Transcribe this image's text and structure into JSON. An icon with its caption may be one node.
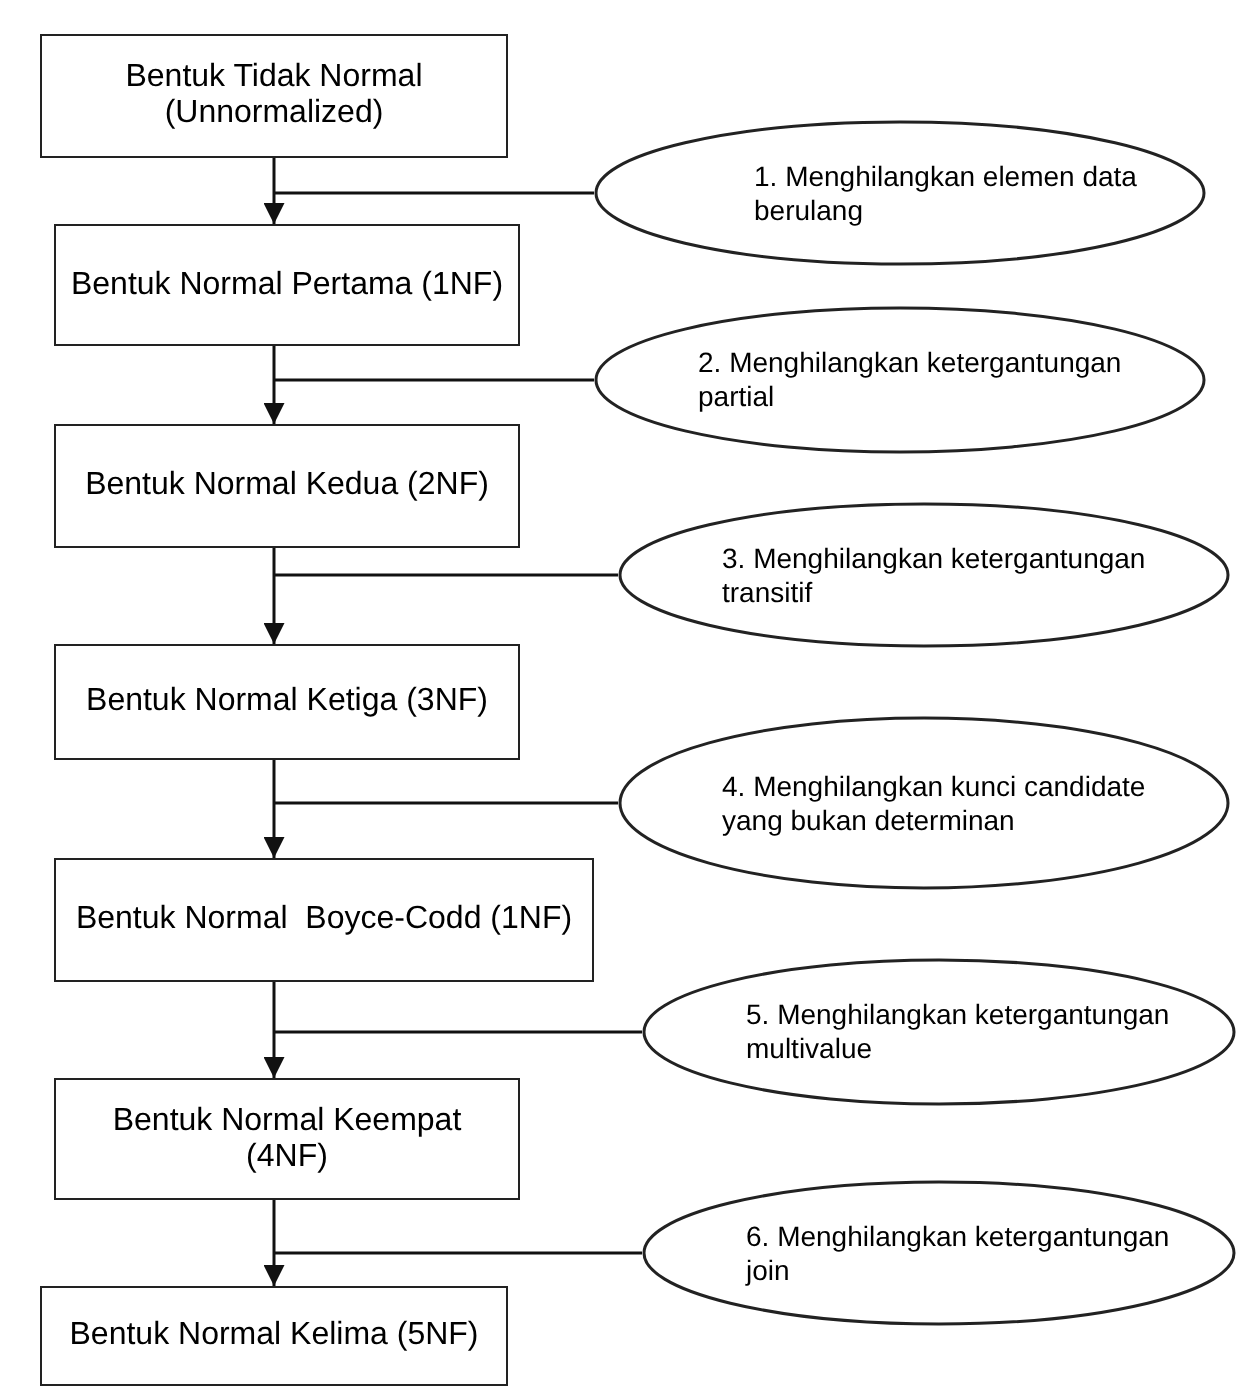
{
  "diagram": {
    "nodes": [
      {
        "text": [
          "Bentuk Tidak Normal (Unnormalized)"
        ]
      },
      {
        "text": [
          "1. Menghilangkan elemen data berulang"
        ]
      },
      {
        "text": [
          "Bentuk Normal Pertama (1NF)"
        ]
      },
      {
        "text": [
          "2. Menghilangkan ketergantungan partial"
        ]
      },
      {
        "text": [
          "Bentuk Normal Kedua (2NF)"
        ]
      },
      {
        "text": [
          "3. Menghilangkan ketergantungan transitif"
        ]
      },
      {
        "text": [
          "Bentuk Normal Ketiga (3NF)"
        ]
      },
      {
        "text": [
          "4. Menghilangkan kunci candidate yang bukan determinan"
        ]
      },
      {
        "text": [
          "Bentuk Normal  Boyce-Codd (1NF)"
        ]
      },
      {
        "text": [
          "5. Menghilangkan ketergantungan multivalue"
        ]
      },
      {
        "text": [
          "Bentuk Normal Keempat (4NF)"
        ]
      },
      {
        "text": [
          "6. Menghilangkan ketergantungan join"
        ]
      },
      {
        "text": [
          "Bentuk Normal Kelima (5NF)"
        ]
      }
    ],
    "edges": [
      {
        "from": 0,
        "to": 2,
        "arrow": "to"
      },
      {
        "from": 1,
        "to": null,
        "arrow": "none"
      },
      {
        "from": 2,
        "to": 4,
        "arrow": "to"
      },
      {
        "from": 3,
        "to": null,
        "arrow": "none"
      },
      {
        "from": 4,
        "to": 6,
        "arrow": "to"
      },
      {
        "from": 5,
        "to": null,
        "arrow": "none"
      },
      {
        "from": 6,
        "to": 8,
        "arrow": "to"
      },
      {
        "from": 7,
        "to": null,
        "arrow": "none"
      },
      {
        "from": 8,
        "to": 10,
        "arrow": "to"
      },
      {
        "from": 9,
        "to": null,
        "arrow": "none"
      },
      {
        "from": 10,
        "to": 12,
        "arrow": "to"
      },
      {
        "from": 11,
        "to": null,
        "arrow": "none"
      }
    ]
  }
}
